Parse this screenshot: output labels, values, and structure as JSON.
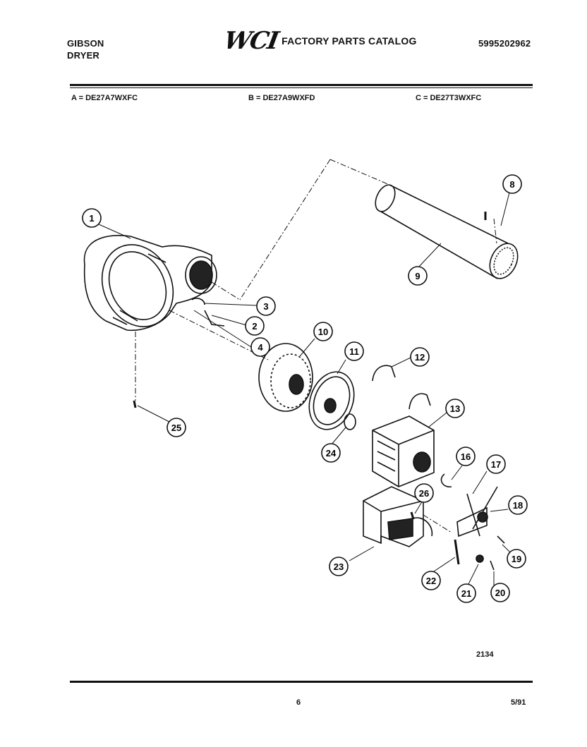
{
  "header": {
    "brand_line1": "GIBSON",
    "brand_line2": "DRYER",
    "logo": "WCI",
    "catalog_title": "FACTORY PARTS CATALOG",
    "part_number": "5995202962"
  },
  "models": {
    "a": "A = DE27A7WXFC",
    "b": "B = DE27A9WXFD",
    "c": "C = DE27T3WXFC"
  },
  "callouts": [
    "1",
    "2",
    "3",
    "4",
    "8",
    "9",
    "10",
    "11",
    "12",
    "13",
    "16",
    "17",
    "18",
    "19",
    "20",
    "21",
    "22",
    "23",
    "24",
    "25",
    "26"
  ],
  "footer": {
    "diagram_code": "2134",
    "page": "6",
    "date": "5/91"
  }
}
